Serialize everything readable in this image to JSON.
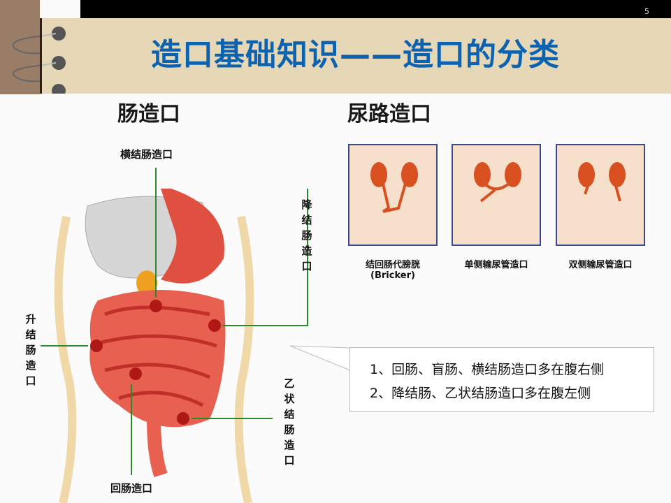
{
  "slide": {
    "page_number": "5",
    "title": "造口基础知识——造口的分类"
  },
  "intestinal": {
    "heading": "肠造口",
    "labels": {
      "transverse": "横结肠造口",
      "descending": "降结肠造口",
      "ascending": "升结肠造口",
      "sigmoid": "乙状结肠造口",
      "ileum": "回肠造口"
    }
  },
  "urinary": {
    "heading": "尿路造口",
    "panels": [
      {
        "caption": "结回肠代膀胱",
        "sub": "(Bricker)"
      },
      {
        "caption": "单侧输尿管造口"
      },
      {
        "caption": "双侧输尿管造口"
      }
    ]
  },
  "callout": {
    "lines": [
      "1、回肠、盲肠、横结肠造口多在腹右侧",
      "2、降结肠、乙状结肠造口多在腹左侧"
    ]
  },
  "colors": {
    "title": "#0b62b0",
    "band": "#e6d8b6",
    "arrow": "#2a8a2a",
    "stoma": "#b01818"
  }
}
